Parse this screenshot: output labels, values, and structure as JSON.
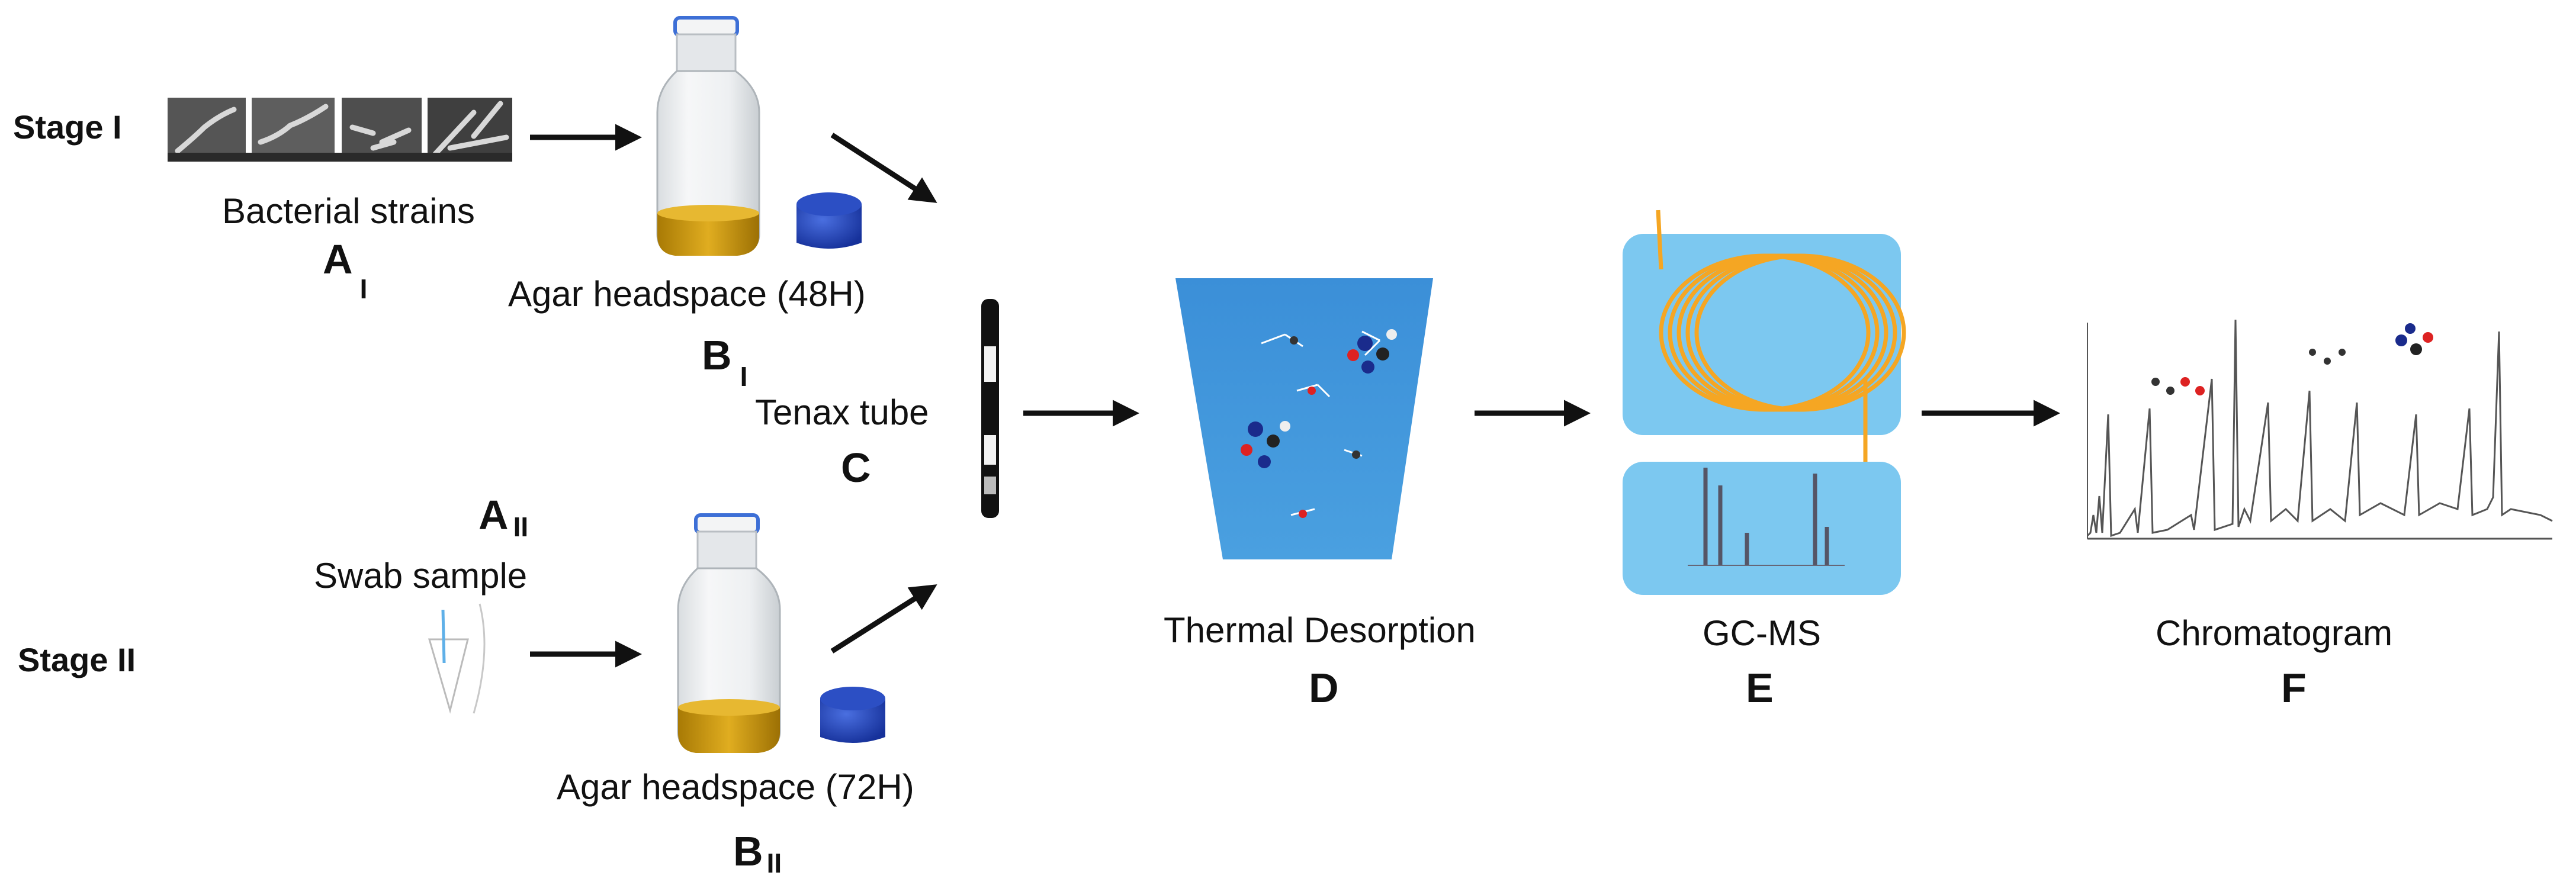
{
  "stages": {
    "stage1": "Stage I",
    "stage2": "Stage II"
  },
  "labels": {
    "bacterial_strains": "Bacterial strains",
    "swab_sample": "Swab sample",
    "agar_48": "Agar headspace (48H)",
    "agar_72": "Agar headspace (72H)",
    "tenax": "Tenax tube",
    "thermal": "Thermal Desorption",
    "gcms": "GC-MS",
    "chromatogram": "Chromatogram"
  },
  "letters": {
    "A": "A",
    "A_I": "I",
    "A_II": "II",
    "B": "B",
    "B_I": "I",
    "B_II": "II",
    "C": "C",
    "D": "D",
    "E": "E",
    "F": "F"
  },
  "colors": {
    "arrow": "#111111",
    "panel_blue": "#7cc8f0",
    "panel_blue_dark": "#3d8fd6",
    "coil_orange": "#f5a623",
    "cap_blue": "#1f3fa8",
    "agar_gold": "#c9950c"
  }
}
